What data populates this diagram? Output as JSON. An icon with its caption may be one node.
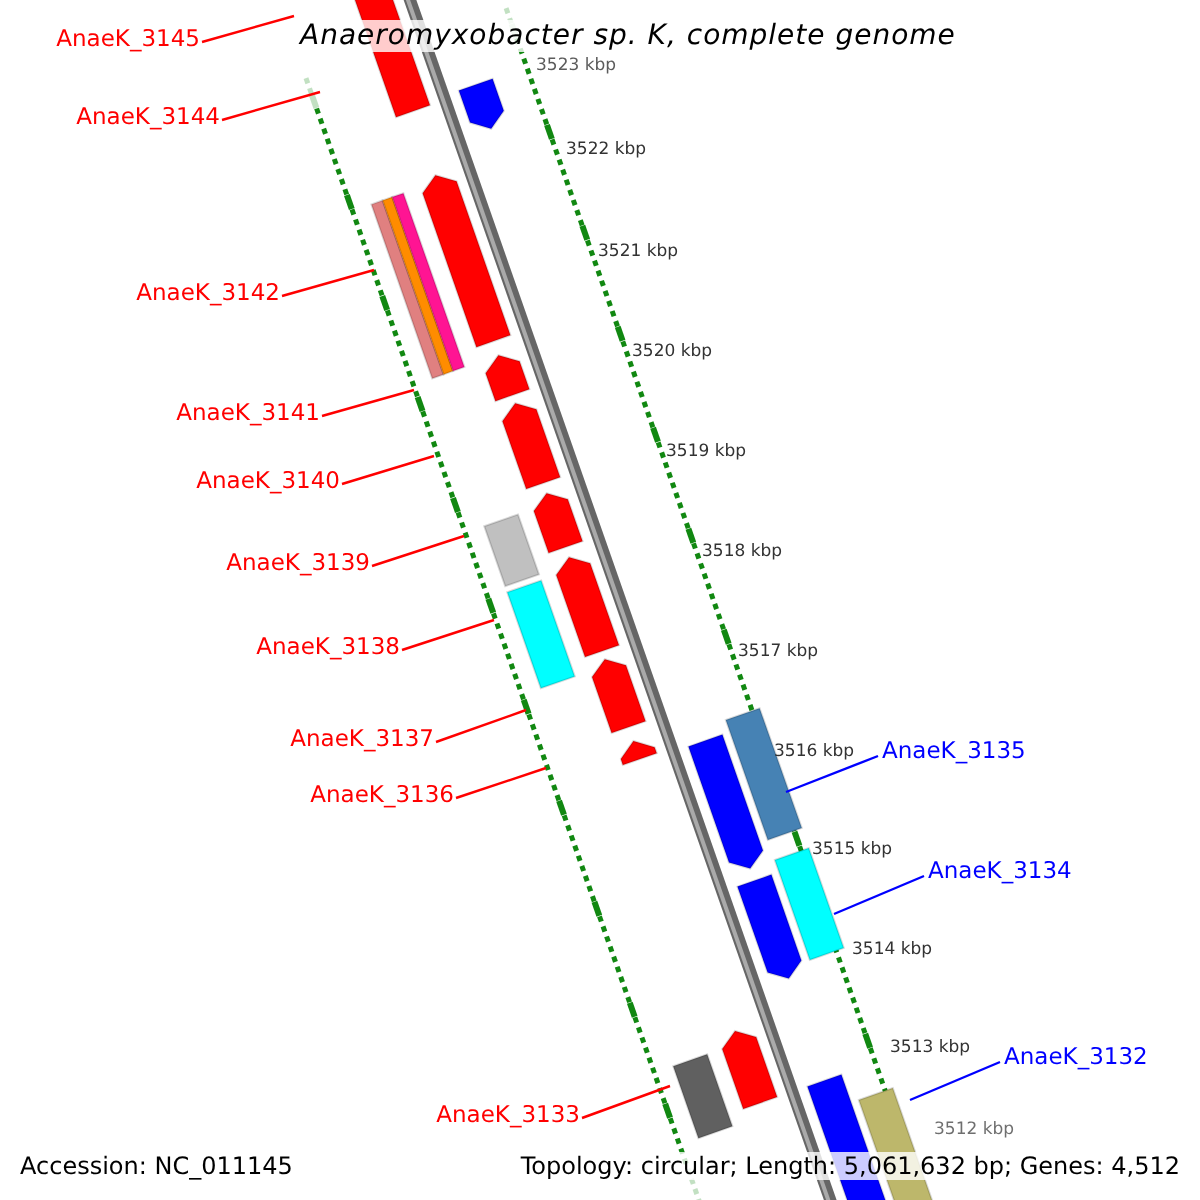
{
  "diagram": {
    "title": "Anaeromyxobacter sp. K, complete genome",
    "nodes": [
      {
        "text": [
          "AnaeK_3145"
        ]
      },
      {
        "text": [
          "AnaeK_3144"
        ]
      },
      {
        "text": [
          "AnaeK_3142"
        ]
      },
      {
        "text": [
          "AnaeK_3141"
        ]
      },
      {
        "text": [
          "AnaeK_3140"
        ]
      },
      {
        "text": [
          "AnaeK_3139"
        ]
      },
      {
        "text": [
          "AnaeK_3138"
        ]
      },
      {
        "text": [
          "AnaeK_3137"
        ]
      },
      {
        "text": [
          "AnaeK_3135"
        ]
      },
      {
        "text": [
          "AnaeK_3136"
        ]
      },
      {
        "text": [
          "AnaeK_3134"
        ]
      },
      {
        "text": [
          "AnaeK_3132"
        ]
      },
      {
        "text": [
          "AnaeK_3133"
        ]
      }
    ],
    "edges": [
      {
        "from": 0,
        "to": null,
        "arrow": "none"
      },
      {
        "from": 1,
        "to": null,
        "arrow": "none"
      },
      {
        "from": 2,
        "to": null,
        "arrow": "none"
      },
      {
        "from": 3,
        "to": null,
        "arrow": "none"
      },
      {
        "from": 4,
        "to": null,
        "arrow": "none"
      },
      {
        "from": 5,
        "to": null,
        "arrow": "none"
      },
      {
        "from": 6,
        "to": null,
        "arrow": "none"
      },
      {
        "from": 7,
        "to": null,
        "arrow": "none"
      },
      {
        "from": 8,
        "to": null,
        "arrow": "none",
        "color": "#0000ff"
      },
      {
        "from": 9,
        "to": null,
        "arrow": "none"
      },
      {
        "from": 10,
        "to": null,
        "arrow": "none",
        "color": "#0000ff"
      },
      {
        "from": 11,
        "to": null,
        "arrow": "none",
        "color": "#0000ff"
      },
      {
        "from": 12,
        "to": null,
        "arrow": "none"
      }
    ],
    "labels": [
      "3523 kbp",
      "3522 kbp",
      "3521 kbp",
      "3520 kbp",
      "3519 kbp",
      "3518 kbp",
      "3517 kbp",
      "3516 kbp",
      "3515 kbp",
      "3514 kbp",
      "3513 kbp",
      "3512 kbp",
      "Accession: NC_011145",
      "Topology: circular; Length: 5,061,632 bp; Genes: 4,512"
    ]
  }
}
